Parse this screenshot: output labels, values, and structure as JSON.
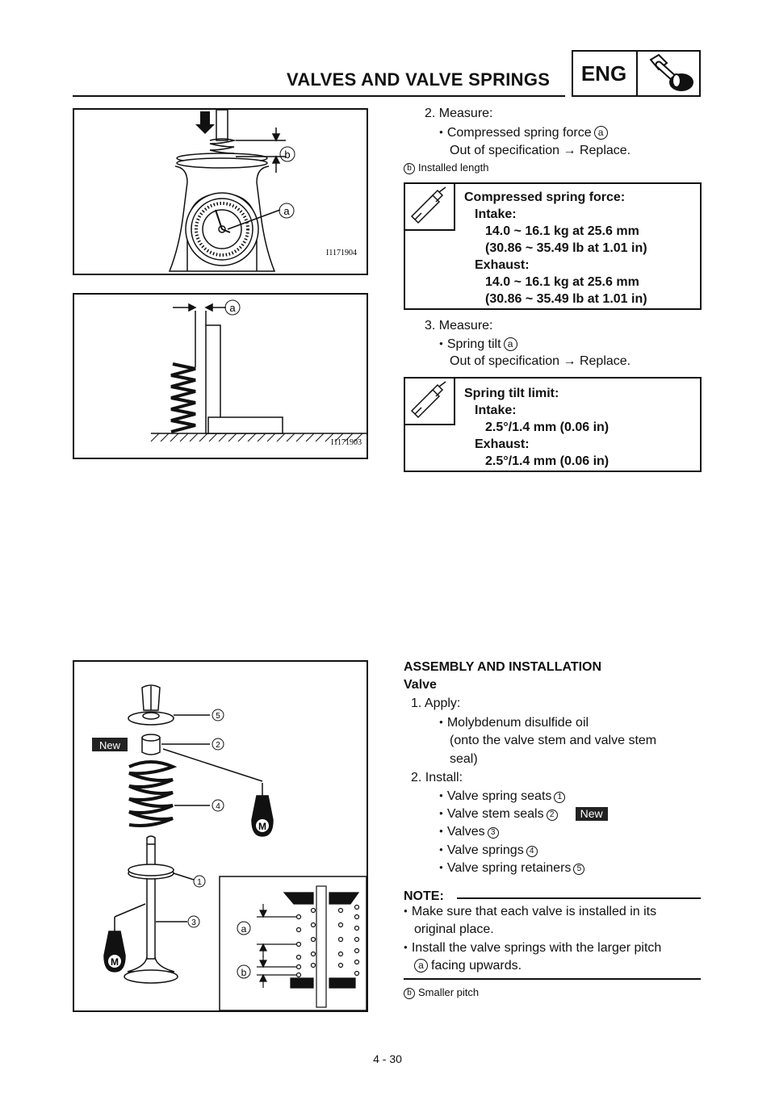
{
  "header": {
    "title": "VALVES AND VALVE SPRINGS",
    "badge": "ENG"
  },
  "figures": {
    "fig1_code": "I1171904",
    "fig2_code": "I1171903",
    "fig1_labels": {
      "a": "a",
      "b": "b"
    },
    "fig2_labels": {
      "a": "a"
    },
    "fig3_labels": {
      "n1": "1",
      "n2": "2",
      "n3": "3",
      "n4": "4",
      "n5": "5",
      "a": "a",
      "b": "b",
      "new": "New",
      "m": "M"
    }
  },
  "section1": {
    "step2": "2.  Measure:",
    "item": "Compressed spring force",
    "item_ref": "a",
    "oos": "Out of specification → Replace.",
    "note_ref": "b",
    "note": "Installed length"
  },
  "spec1": {
    "heading": "Compressed spring force:",
    "intake": "Intake:",
    "intake_v1": "14.0 ~ 16.1 kg at 25.6 mm",
    "intake_v2": "(30.86 ~ 35.49 lb at 1.01 in)",
    "exhaust": "Exhaust:",
    "exhaust_v1": "14.0 ~ 16.1 kg at 25.6 mm",
    "exhaust_v2": "(30.86 ~ 35.49 lb at 1.01 in)"
  },
  "section2": {
    "step3": "3.  Measure:",
    "item": "Spring tilt",
    "item_ref": "a",
    "oos": "Out of specification → Replace."
  },
  "spec2": {
    "heading": "Spring tilt limit:",
    "intake": "Intake:",
    "intake_v": "2.5°/1.4 mm (0.06 in)",
    "exhaust": "Exhaust:",
    "exhaust_v": "2.5°/1.4 mm (0.06 in)"
  },
  "assembly": {
    "heading": "ASSEMBLY AND INSTALLATION",
    "subheading": "Valve",
    "step1": "1.  Apply:",
    "apply_item": "Molybdenum disulfide oil",
    "apply_note1": "(onto  the  valve  stem  and  valve  stem",
    "apply_note2": "seal)",
    "step2": "2.  Install:",
    "items": [
      {
        "label": "Valve spring seats",
        "ref": "1"
      },
      {
        "label": "Valve stem seals",
        "ref": "2",
        "tag": "New"
      },
      {
        "label": "Valves",
        "ref": "3"
      },
      {
        "label": "Valve springs",
        "ref": "4"
      },
      {
        "label": "Valve spring retainers",
        "ref": "5"
      }
    ],
    "note_title": "NOTE:",
    "notes": [
      "Make  sure  that  each  valve  is  installed  in  its",
      "original place.",
      "Install the valve springs with the larger pitch",
      "facing upwards."
    ],
    "note_ref": "a",
    "footnote_ref": "b",
    "footnote": "Smaller pitch"
  },
  "footer": {
    "page": "4 - 30"
  }
}
